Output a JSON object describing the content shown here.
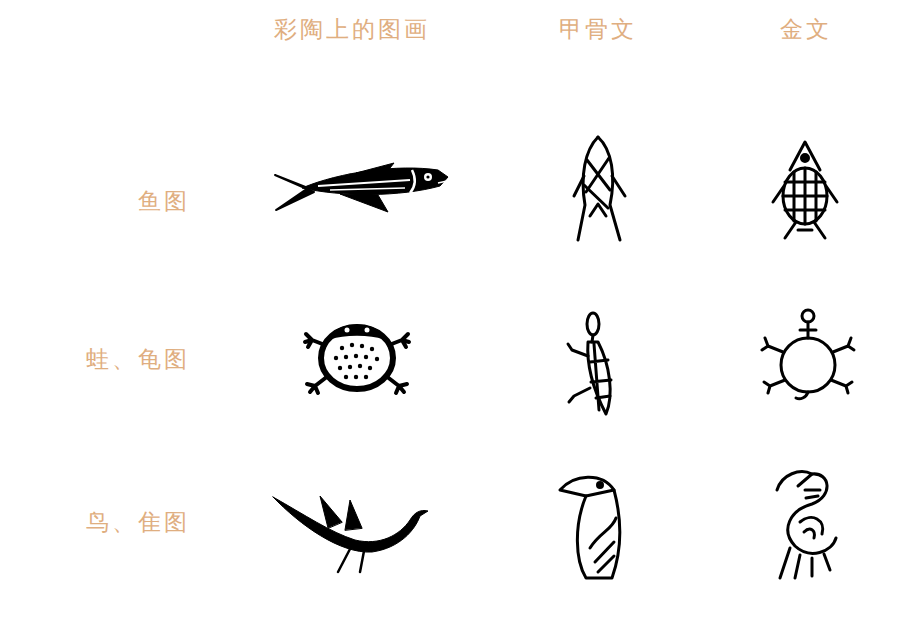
{
  "diagram": {
    "labels": [
      "彩陶上的图画",
      "甲骨文",
      "金文",
      "鱼图",
      "蛙、龟图",
      "鸟、隹图"
    ]
  }
}
